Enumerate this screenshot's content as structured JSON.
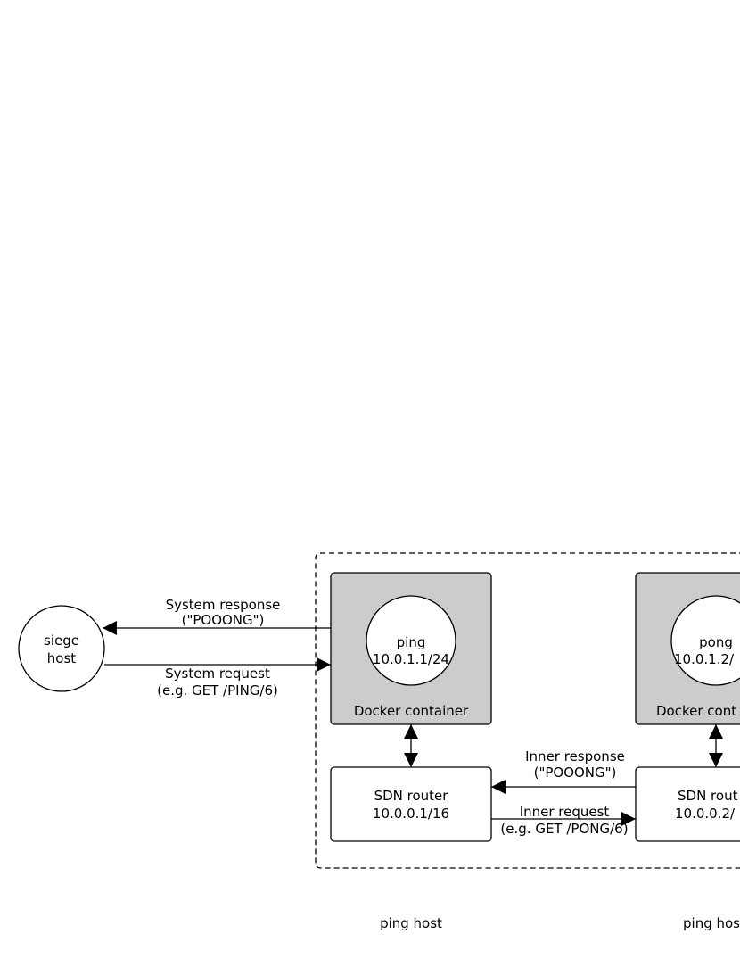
{
  "siege": {
    "line1": "siege",
    "line2": "host"
  },
  "system_response": {
    "line1": "System response",
    "line2": "(\"POOONG\")"
  },
  "system_request": {
    "line1": "System request",
    "line2": "(e.g. GET /PING/6)"
  },
  "ping_container": {
    "service": "ping",
    "ip": "10.0.1.1/24",
    "label": "Docker container"
  },
  "pong_container": {
    "service": "pong",
    "ip": "10.0.1.2/",
    "label": "Docker cont"
  },
  "ping_router": {
    "line1": "SDN router",
    "line2": "10.0.0.1/16"
  },
  "pong_router": {
    "line1": "SDN rout",
    "line2": "10.0.0.2/"
  },
  "inner_response": {
    "line1": "Inner response",
    "line2": "(\"POOONG\")"
  },
  "inner_request": {
    "line1": "Inner request",
    "line2": "(e.g. GET /PONG/6)"
  },
  "host_labels": {
    "ping_host": "ping host",
    "second_host": "ping hos"
  },
  "colors": {
    "container_fill": "#cccccc",
    "stroke": "#000000",
    "background": "#ffffff"
  }
}
